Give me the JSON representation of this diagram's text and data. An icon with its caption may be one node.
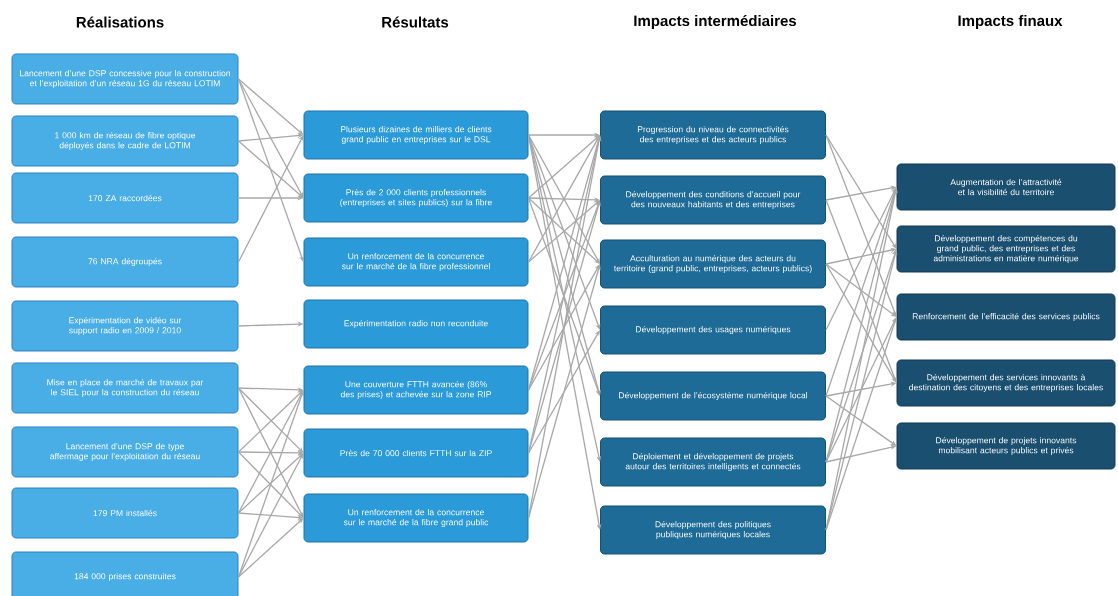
{
  "diagram": {
    "nodes": [
      {
        "text": [
          "Lancement d’une DSP concessive pour la construction et l’exploitation d’un réseau 1G du réseau LOTIM"
        ]
      },
      {
        "text": [
          "1 000 km de réseau de fibre optique déployés dans le cadre de LOTIM"
        ]
      },
      {
        "text": [
          "170 ZA raccordées"
        ]
      },
      {
        "text": [
          "76 NRA dégroupés"
        ]
      },
      {
        "text": [
          "Expérimentation de vidéo sur support radio en 2009 / 2010"
        ]
      },
      {
        "text": [
          "Mise en place de marché de travaux par le SIEL pour la construction du réseau"
        ]
      },
      {
        "text": [
          "Lancement d’une DSP de type affermage pour l’exploitation du réseau"
        ]
      },
      {
        "text": [
          "179 PM installés"
        ]
      },
      {
        "text": [
          "184 000 prises construites"
        ]
      },
      {
        "text": [
          "Plusieurs dizaines de milliers de clients grand public en entreprises sur le DSL"
        ]
      },
      {
        "text": [
          "Près de 2 000 clients professionnels (entreprises et sites publics) sur la fibre"
        ]
      },
      {
        "text": [
          "Un renforcement de la concurrence sur le marché de la fibre professionnel"
        ]
      },
      {
        "text": [
          "Expérimentation radio non reconduite"
        ]
      },
      {
        "text": [
          "Une couverture FTTH avancée (86% des prises) et achevée sur la zone RIP"
        ]
      },
      {
        "text": [
          "Près de  70 000 clients FTTH  sur la ZIP"
        ]
      },
      {
        "text": [
          "Un renforcement de la concurrence sur le marché de la fibre grand public"
        ]
      },
      {
        "text": [
          "Progression du niveau de connectivités des entreprises et des acteurs publics"
        ]
      },
      {
        "text": [
          "Développement des conditions d’accueil pour des nouveaux habitants et des entreprises"
        ]
      },
      {
        "text": [
          "Acculturation au numérique des acteurs du territoire (grand public, entreprises, acteurs publics)"
        ]
      },
      {
        "text": [
          "Développement des usages numériques"
        ]
      },
      {
        "text": [
          "Développement de l’écosystème numérique local"
        ]
      },
      {
        "text": [
          "Déploiement et développement de projets autour des territoires intelligents et connectés"
        ]
      },
      {
        "text": [
          "Développement des politiques publiques numériques locales"
        ]
      },
      {
        "text": [
          "Augmentation de l’attractivité et la visibilité du territoire"
        ]
      },
      {
        "text": [
          "Développement des compétences du grand public, des entreprises et des administrations en matière numérique"
        ]
      },
      {
        "text": [
          "Renforcement de l’efficacité des services publics"
        ]
      },
      {
        "text": [
          "Développement des services innovants à destination des citoyens et des entreprises locales"
        ]
      },
      {
        "text": [
          "Développement de projets innovants mobilisant acteurs publics et privés"
        ]
      }
    ],
    "edges": [
      {
        "from": 0,
        "to": 9,
        "arrow": "to"
      },
      {
        "from": 0,
        "to": 10,
        "arrow": "to"
      },
      {
        "from": 0,
        "to": 11,
        "arrow": "to"
      },
      {
        "from": 1,
        "to": 9,
        "arrow": "to"
      },
      {
        "from": 1,
        "to": 10,
        "arrow": "to"
      },
      {
        "from": 2,
        "to": 10,
        "arrow": "to"
      },
      {
        "from": 3,
        "to": 9,
        "arrow": "to"
      },
      {
        "from": 4,
        "to": 12,
        "arrow": "to"
      },
      {
        "from": 5,
        "to": 13,
        "arrow": "to"
      },
      {
        "from": 5,
        "to": 14,
        "arrow": "to"
      },
      {
        "from": 5,
        "to": 15,
        "arrow": "to"
      },
      {
        "from": 6,
        "to": 13,
        "arrow": "to"
      },
      {
        "from": 6,
        "to": 14,
        "arrow": "to"
      },
      {
        "from": 6,
        "to": 15,
        "arrow": "to"
      },
      {
        "from": 7,
        "to": 13,
        "arrow": "to"
      },
      {
        "from": 7,
        "to": 14,
        "arrow": "to"
      },
      {
        "from": 7,
        "to": 15,
        "arrow": "to"
      },
      {
        "from": 8,
        "to": 13,
        "arrow": "to"
      },
      {
        "from": 8,
        "to": 14,
        "arrow": "to"
      },
      {
        "from": 8,
        "to": 15,
        "arrow": "to"
      },
      {
        "from": 9,
        "to": 16,
        "arrow": "to"
      },
      {
        "from": 9,
        "to": 18,
        "arrow": "to"
      },
      {
        "from": 9,
        "to": 19,
        "arrow": "to"
      },
      {
        "from": 9,
        "to": 20,
        "arrow": "to"
      },
      {
        "from": 9,
        "to": 21,
        "arrow": "to"
      },
      {
        "from": 9,
        "to": 22,
        "arrow": "to"
      },
      {
        "from": 10,
        "to": 16,
        "arrow": "to"
      },
      {
        "from": 10,
        "to": 17,
        "arrow": "to"
      },
      {
        "from": 10,
        "to": 18,
        "arrow": "to"
      },
      {
        "from": 10,
        "to": 20,
        "arrow": "to"
      },
      {
        "from": 11,
        "to": 16,
        "arrow": "to"
      },
      {
        "from": 11,
        "to": 17,
        "arrow": "to"
      },
      {
        "from": 13,
        "to": 16,
        "arrow": "to"
      },
      {
        "from": 13,
        "to": 17,
        "arrow": "to"
      },
      {
        "from": 13,
        "to": 18,
        "arrow": "to"
      },
      {
        "from": 14,
        "to": 16,
        "arrow": "to"
      },
      {
        "from": 14,
        "to": 17,
        "arrow": "to"
      },
      {
        "from": 14,
        "to": 19,
        "arrow": "to"
      },
      {
        "from": 15,
        "to": 16,
        "arrow": "to"
      },
      {
        "from": 15,
        "to": 18,
        "arrow": "to"
      },
      {
        "from": 16,
        "to": 24,
        "arrow": "to"
      },
      {
        "from": 16,
        "to": 25,
        "arrow": "to"
      },
      {
        "from": 17,
        "to": 23,
        "arrow": "to"
      },
      {
        "from": 17,
        "to": 26,
        "arrow": "to"
      },
      {
        "from": 18,
        "to": 24,
        "arrow": "to"
      },
      {
        "from": 18,
        "to": 25,
        "arrow": "to"
      },
      {
        "from": 18,
        "to": 26,
        "arrow": "to"
      },
      {
        "from": 19,
        "to": 23,
        "arrow": "to"
      },
      {
        "from": 20,
        "to": 23,
        "arrow": "to"
      },
      {
        "from": 20,
        "to": 26,
        "arrow": "to"
      },
      {
        "from": 20,
        "to": 27,
        "arrow": "to"
      },
      {
        "from": 21,
        "to": 23,
        "arrow": "to"
      },
      {
        "from": 21,
        "to": 24,
        "arrow": "to"
      },
      {
        "from": 21,
        "to": 25,
        "arrow": "to"
      },
      {
        "from": 21,
        "to": 27,
        "arrow": "to"
      },
      {
        "from": 22,
        "to": 23,
        "arrow": "to"
      },
      {
        "from": 22,
        "to": 24,
        "arrow": "to"
      },
      {
        "from": 22,
        "to": 25,
        "arrow": "to"
      }
    ],
    "labels": [
      "Réalisations",
      "Résultats",
      "Impacts intermédiaires",
      "Impacts finaux"
    ]
  }
}
